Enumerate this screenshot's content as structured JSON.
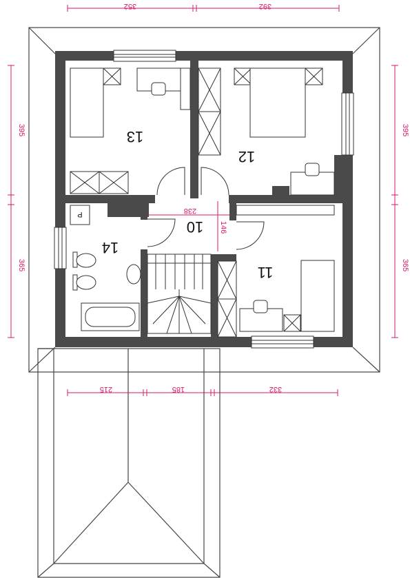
{
  "rooms": {
    "r10": "10",
    "r11": "11",
    "r12": "12",
    "r13": "13",
    "r14": "14"
  },
  "dims": {
    "top_left": "352",
    "top_right": "392",
    "bottom_left": "215",
    "bottom_mid": "185",
    "bottom_right": "332",
    "left_upper": "395",
    "left_lower": "365",
    "right_upper": "395",
    "right_lower": "365",
    "hall_width": "238",
    "hall_depth": "146"
  },
  "labels": {
    "p_box": "P"
  },
  "colors": {
    "wall": "#4a4a4a",
    "dimension": "#d6186b"
  }
}
